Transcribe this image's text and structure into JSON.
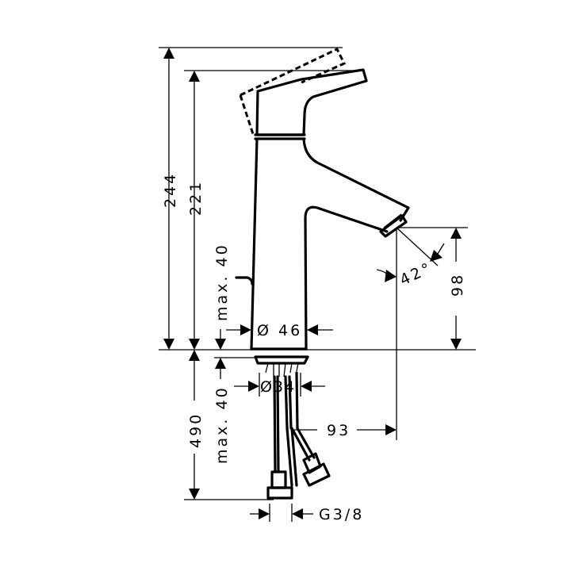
{
  "drawing": {
    "subject": "Single-lever basin mixer tap, side elevation with dimensions",
    "units": "mm",
    "colors": {
      "line": "#000000",
      "background": "#ffffff"
    }
  },
  "dimensions": {
    "total_height_lever_open": "244",
    "total_height": "221",
    "max_deck_thickness_top": "max. 40",
    "body_diameter": "Ø 46",
    "spout_outlet_height": "98",
    "spout_angle": "42°",
    "max_deck_thickness_bottom": "max. 40",
    "hole_diameter": "Ø34",
    "supply_hose_length": "490",
    "spout_projection": "93",
    "connection_thread": "G3/8"
  }
}
